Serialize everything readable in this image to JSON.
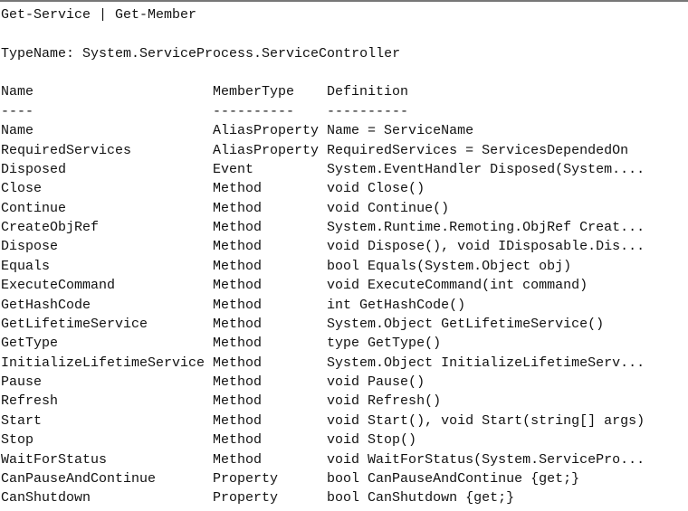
{
  "command": "Get-Service | Get-Member",
  "type_name": "TypeName: System.ServiceProcess.ServiceController",
  "headers": {
    "name": "Name",
    "member_type": "MemberType",
    "definition": "Definition"
  },
  "separators": {
    "name": "----",
    "member_type": "----------",
    "definition": "----------"
  },
  "rows": [
    {
      "name": "Name",
      "member_type": "AliasProperty",
      "definition": "Name = ServiceName"
    },
    {
      "name": "RequiredServices",
      "member_type": "AliasProperty",
      "definition": "RequiredServices = ServicesDependedOn"
    },
    {
      "name": "Disposed",
      "member_type": "Event",
      "definition": "System.EventHandler Disposed(System...."
    },
    {
      "name": "Close",
      "member_type": "Method",
      "definition": "void Close()"
    },
    {
      "name": "Continue",
      "member_type": "Method",
      "definition": "void Continue()"
    },
    {
      "name": "CreateObjRef",
      "member_type": "Method",
      "definition": "System.Runtime.Remoting.ObjRef Creat..."
    },
    {
      "name": "Dispose",
      "member_type": "Method",
      "definition": "void Dispose(), void IDisposable.Dis..."
    },
    {
      "name": "Equals",
      "member_type": "Method",
      "definition": "bool Equals(System.Object obj)"
    },
    {
      "name": "ExecuteCommand",
      "member_type": "Method",
      "definition": "void ExecuteCommand(int command)"
    },
    {
      "name": "GetHashCode",
      "member_type": "Method",
      "definition": "int GetHashCode()"
    },
    {
      "name": "GetLifetimeService",
      "member_type": "Method",
      "definition": "System.Object GetLifetimeService()"
    },
    {
      "name": "GetType",
      "member_type": "Method",
      "definition": "type GetType()"
    },
    {
      "name": "InitializeLifetimeService",
      "member_type": "Method",
      "definition": "System.Object InitializeLifetimeServ..."
    },
    {
      "name": "Pause",
      "member_type": "Method",
      "definition": "void Pause()"
    },
    {
      "name": "Refresh",
      "member_type": "Method",
      "definition": "void Refresh()"
    },
    {
      "name": "Start",
      "member_type": "Method",
      "definition": "void Start(), void Start(string[] args)"
    },
    {
      "name": "Stop",
      "member_type": "Method",
      "definition": "void Stop()"
    },
    {
      "name": "WaitForStatus",
      "member_type": "Method",
      "definition": "void WaitForStatus(System.ServicePro..."
    },
    {
      "name": "CanPauseAndContinue",
      "member_type": "Property",
      "definition": "bool CanPauseAndContinue {get;}"
    },
    {
      "name": "CanShutdown",
      "member_type": "Property",
      "definition": "bool CanShutdown {get;}"
    }
  ]
}
